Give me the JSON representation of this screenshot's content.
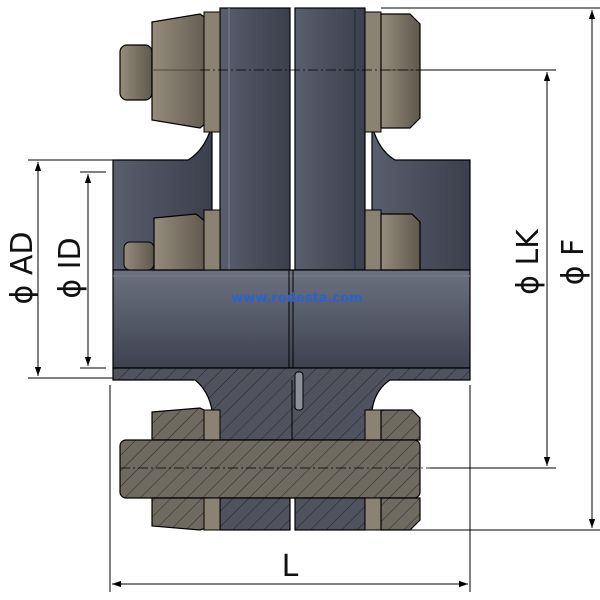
{
  "watermark": "www.rodesta.com",
  "dimensions": {
    "outer_diameter": "ϕ AD",
    "inner_diameter": "ϕ ID",
    "bolt_circle": "ϕ LK",
    "flange_diameter": "ϕ F",
    "length": "L"
  },
  "colors": {
    "steel_dark": "#4a4e5c",
    "steel_mid": "#5d6272",
    "bolt_bronze": "#7d7466",
    "section_fill": "#6e695f",
    "line": "#000000"
  }
}
